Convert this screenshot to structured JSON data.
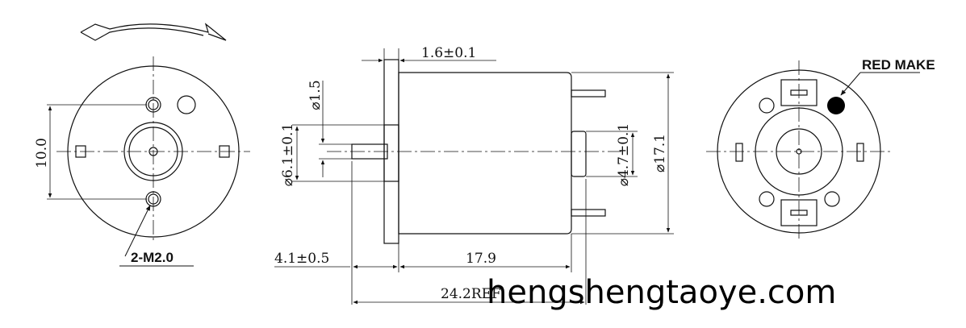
{
  "labels": {
    "mounting_spacing": "10.0",
    "screw_callout": "2-M2.0",
    "flange_thickness": "1.6±0.1",
    "shaft_diameter": "⌀1.5",
    "boss_diameter": "⌀6.1±0.1",
    "rear_boss_diameter": "⌀4.7±0.1",
    "body_diameter": "⌀17.1",
    "shaft_extension": "4.1±0.5",
    "body_length": "17.9",
    "overall_length": "24.2REF",
    "red_mark": "RED MAKE"
  },
  "watermark": "hengshengtaoye.com",
  "colors": {
    "line": "#111111",
    "mark": "#000000"
  }
}
